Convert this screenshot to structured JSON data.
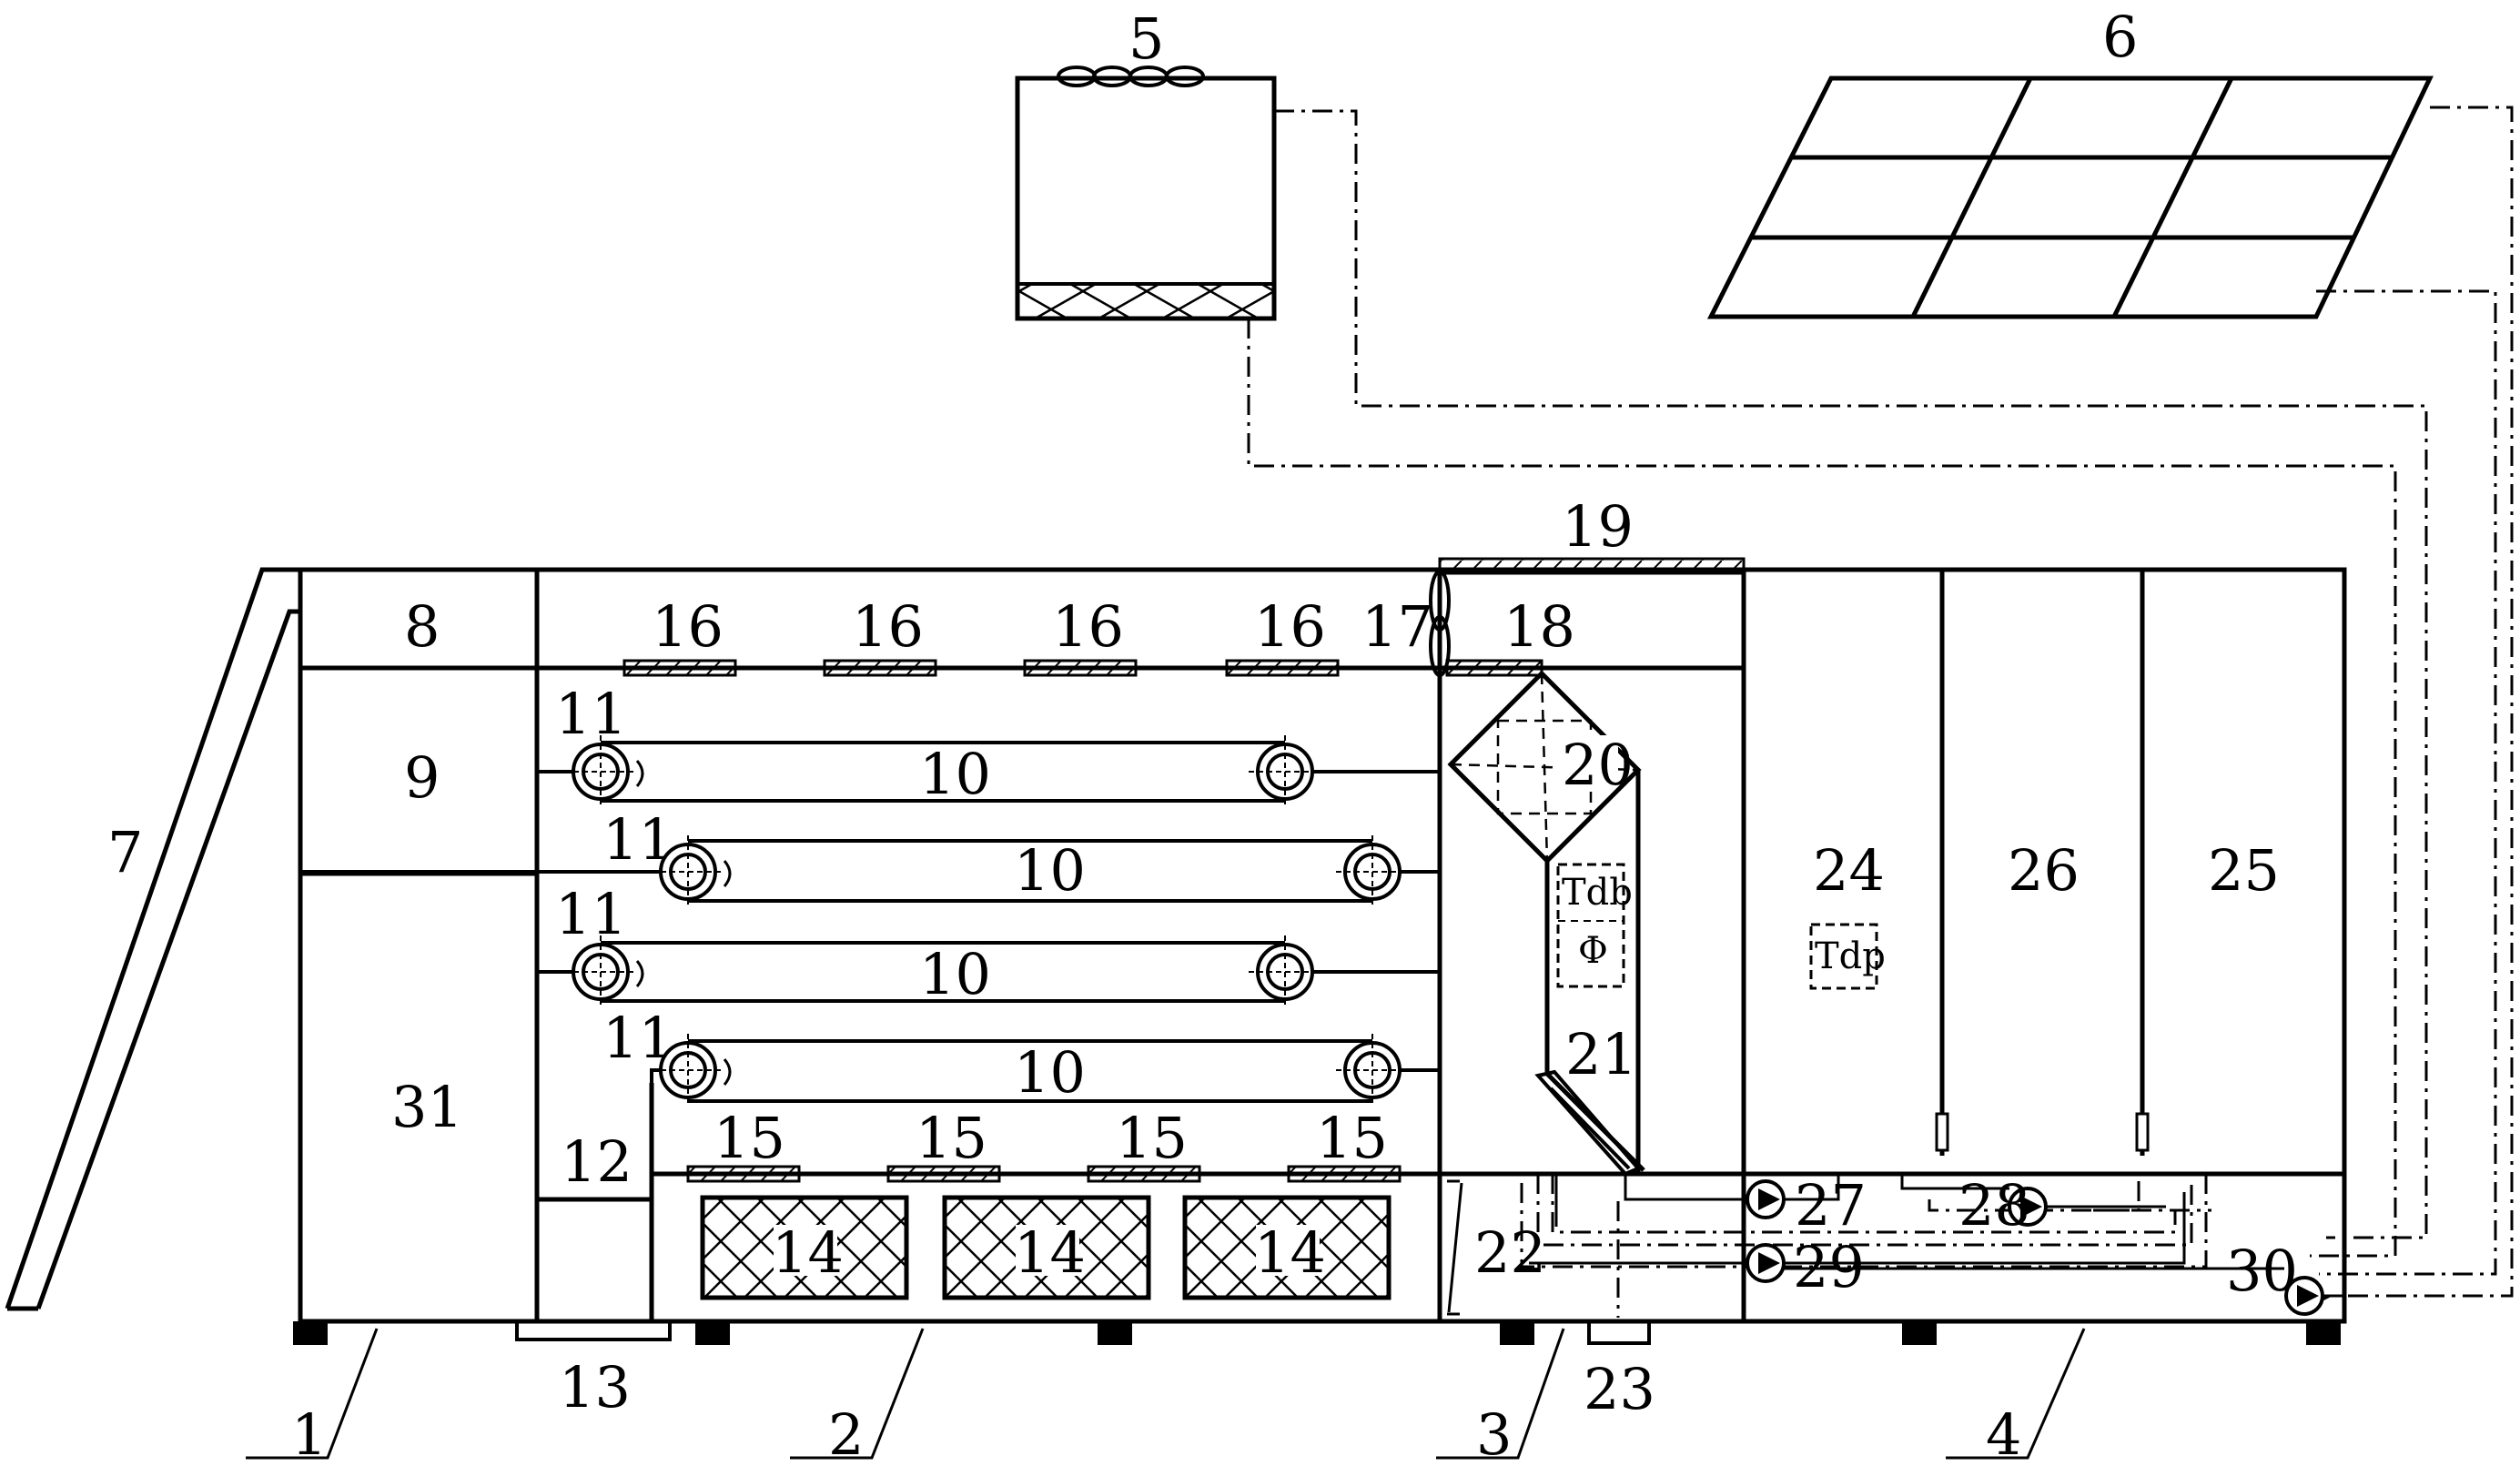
{
  "labels": {
    "n1": "1",
    "n2": "2",
    "n3": "3",
    "n4": "4",
    "n5": "5",
    "n6": "6",
    "n7": "7",
    "n8": "8",
    "n9": "9",
    "n10": "10",
    "n11": "11",
    "n12": "12",
    "n13": "13",
    "n14": "14",
    "n15": "15",
    "n16": "16",
    "n17": "17",
    "n18": "18",
    "n19": "19",
    "n20": "20",
    "n21": "21",
    "n22": "22",
    "n23": "23",
    "n24": "24",
    "n25": "25",
    "n26": "26",
    "n27": "27",
    "n28": "28",
    "n29": "29",
    "n30": "30",
    "n31": "31"
  },
  "sensors": {
    "tdb": "Tdb",
    "phi": "Φ",
    "tdp": "Tdp"
  }
}
